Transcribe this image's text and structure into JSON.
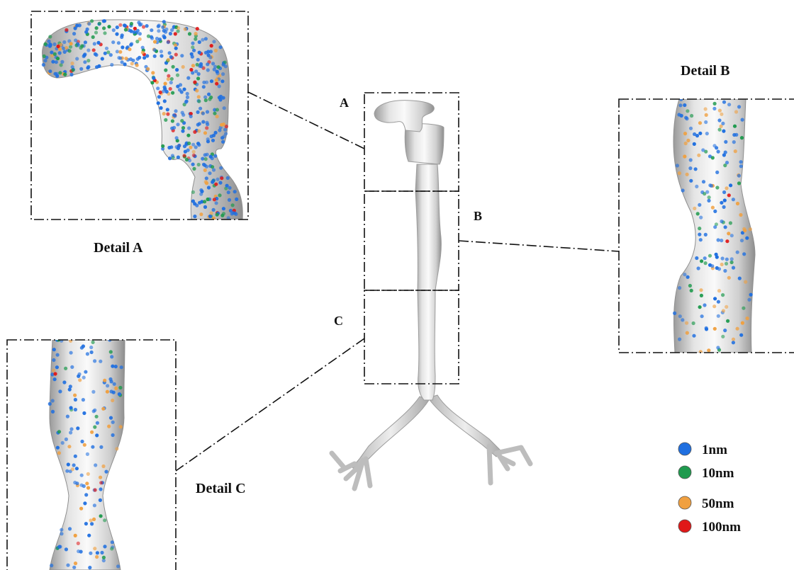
{
  "details": {
    "a": {
      "label": "Detail A"
    },
    "b": {
      "label": "Detail B"
    },
    "c": {
      "label": "Detail C"
    }
  },
  "regions": {
    "a": "A",
    "b": "B",
    "c": "C"
  },
  "legend": [
    {
      "label": "1nm",
      "color": "#1f6fe0"
    },
    {
      "label": "10nm",
      "color": "#1f9a4e"
    },
    {
      "label": "50nm",
      "color": "#f0a040"
    },
    {
      "label": "100nm",
      "color": "#e01818"
    }
  ]
}
